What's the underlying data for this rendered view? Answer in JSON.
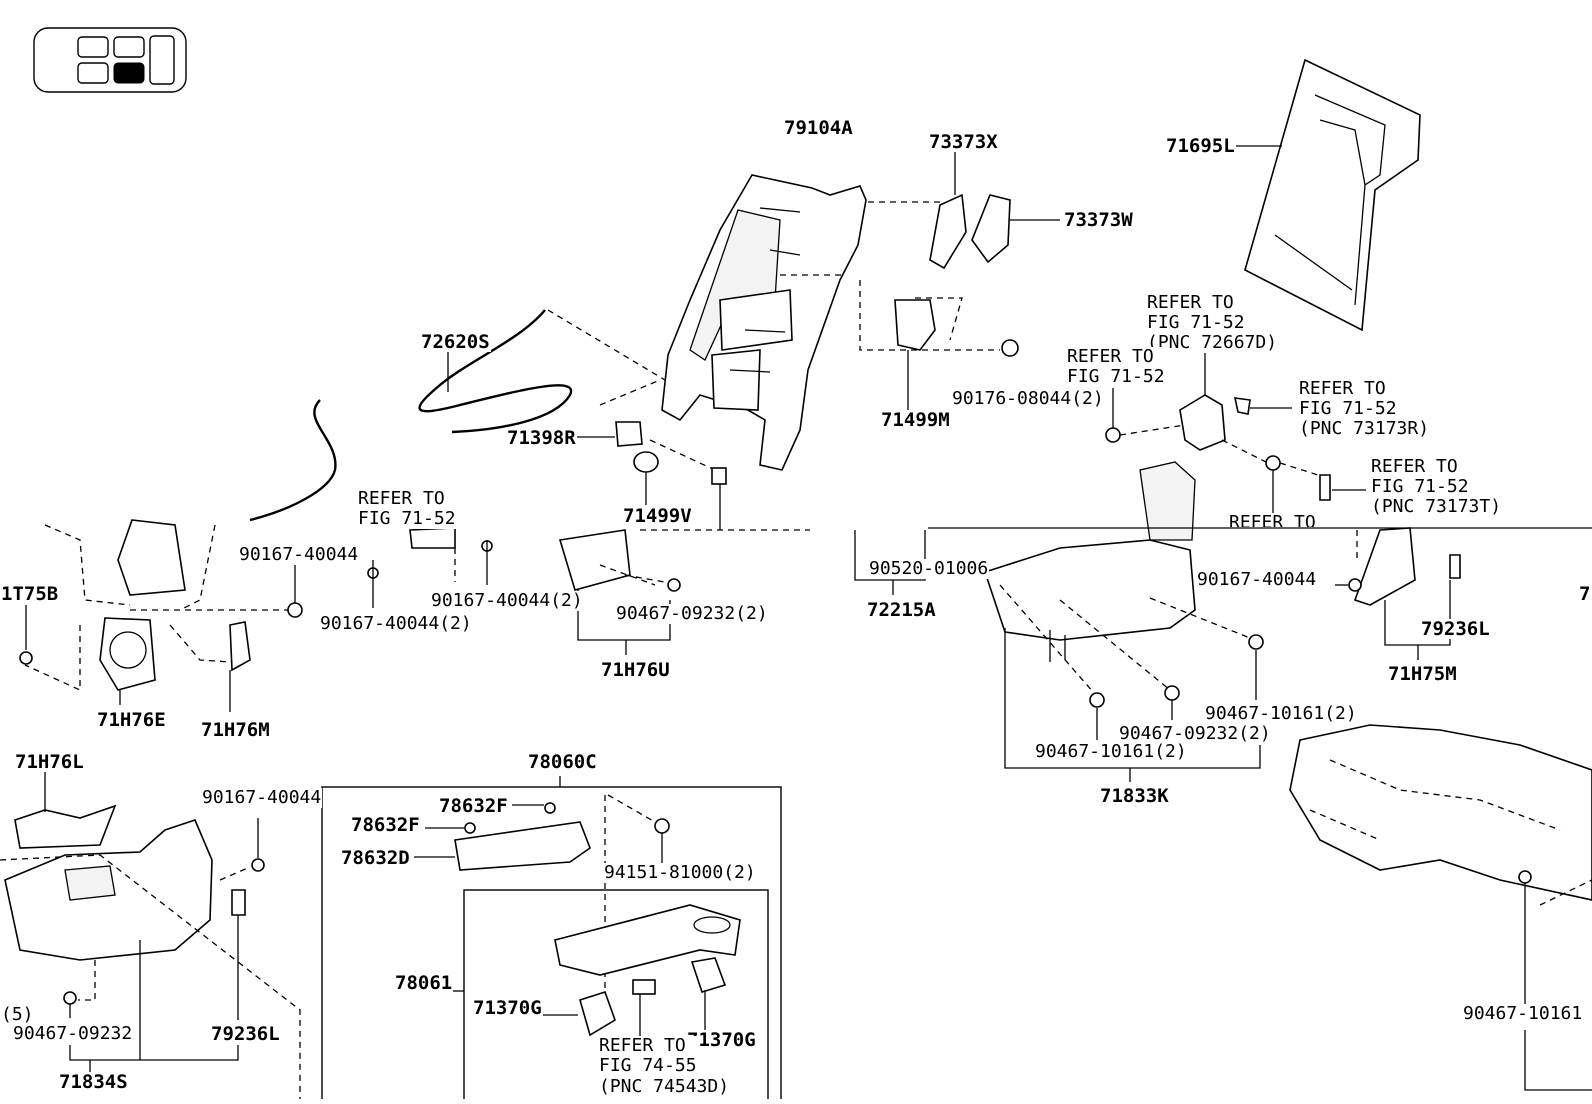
{
  "labels": {
    "p79104A": "79104A",
    "p73373X": "73373X",
    "p73373W": "73373W",
    "p71695L": "71695L",
    "p72620S": "72620S",
    "p71398R": "71398R",
    "p71499V": "71499V",
    "p71499M": "71499M",
    "p90176": "90176-08044(2)",
    "ref_fig": "REFER TO\nFIG 71-52",
    "ref_72667D": "REFER TO\nFIG 71-52\n(PNC 72667D)",
    "ref_a": "REFER TO\nFIG 71-52",
    "ref_73173R": "REFER TO\nFIG 71-52\n(PNC 73173R)",
    "ref_73173T": "REFER TO\nFIG 71-52\n(PNC 73173T)",
    "ref_cut": "REFER TO",
    "p90167_a": "90167-40044",
    "p90167_b": "90167-40044(2)",
    "p90167_c": "90167-40044(2)",
    "p90467_09232_2": "90467-09232(2)",
    "p71H76U": "71H76U",
    "p90520": "90520-01006",
    "p72215A": "72215A",
    "p1T75B": "1T75B",
    "p71H76E": "71H76E",
    "p71H76M": "71H76M",
    "p90167_r": "90167-40044",
    "p79236L_r": "79236L",
    "p71H75M": "71H75M",
    "p90467_10161_2a": "90467-10161(2)",
    "p90467_09232_2b": "90467-09232(2)",
    "p90467_10161_2b": "90467-10161(2)",
    "p71833K": "71833K",
    "p71H76L": "71H76L",
    "p90167_l": "90167-40044",
    "p_5": "(5)",
    "p90467_09232": "90467-09232",
    "p79236L_l": "79236L",
    "p71834S": "71834S",
    "p78060C": "78060C",
    "p78632F_a": "78632F",
    "p78632F_b": "78632F",
    "p78632D": "78632D",
    "p94151": "94151-81000(2)",
    "p78061": "78061",
    "p71370G_a": "71370G",
    "p71370G_b": "71370G",
    "ref_74_55": "REFER TO\nFIG 74-55",
    "ref_74_cut": "(PNC 74543D)",
    "p90467_10161_edge": "90467-10161",
    "p7_edge": "7"
  }
}
